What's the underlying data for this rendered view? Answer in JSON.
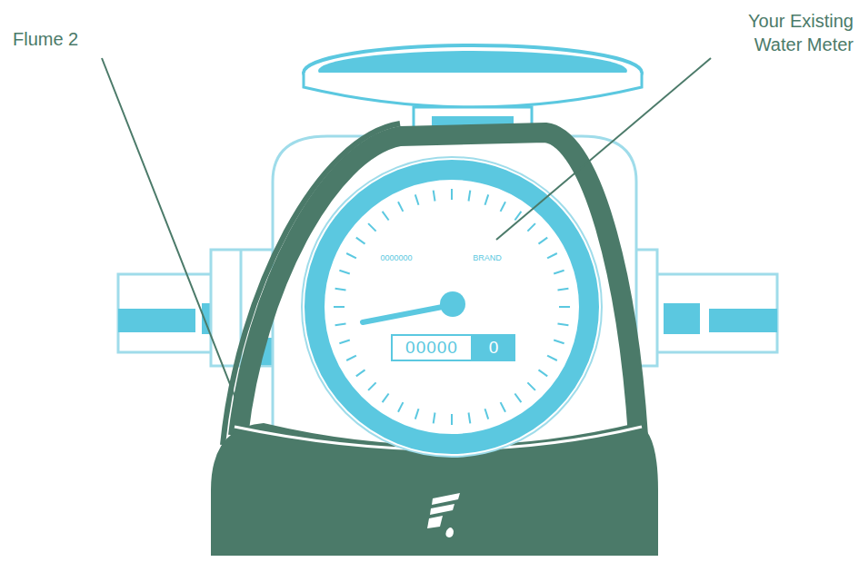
{
  "diagram": {
    "nodes": [
      {
        "text": [
          "00000"
        ]
      },
      {
        "text": [
          "0"
        ]
      }
    ],
    "labels": [
      "Flume 2",
      "Your Existing Water Meter",
      "0000000",
      "BRAND"
    ]
  }
}
